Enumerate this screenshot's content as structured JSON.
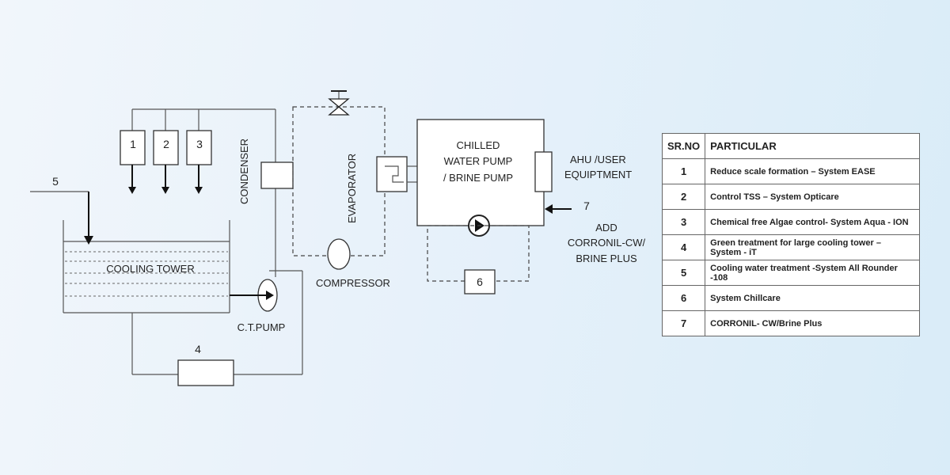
{
  "diagram": {
    "labels": {
      "cooling_tower": "COOLING TOWER",
      "ct_pump": "C.T.PUMP",
      "condenser": "CONDENSER",
      "evaporator": "EVAPORATOR",
      "compressor": "COMPRESSOR",
      "chilled_pump_line1": "CHILLED",
      "chilled_pump_line2": "WATER PUMP",
      "chilled_pump_line3": "/ BRINE PUMP",
      "ahu_line1": "AHU /USER",
      "ahu_line2": "EQUIPTMENT",
      "add_line1": "ADD",
      "add_line2": "CORRONIL-CW/",
      "add_line3": "BRINE PLUS"
    },
    "markers": {
      "dose1": "1",
      "dose2": "2",
      "dose3": "3",
      "point4": "4",
      "point5": "5",
      "point6": "6",
      "point7": "7"
    }
  },
  "table": {
    "headers": [
      "SR.NO",
      "PARTICULAR"
    ],
    "rows": [
      {
        "sr": "1",
        "particular": "Reduce scale formation – System EASE"
      },
      {
        "sr": "2",
        "particular": "Control TSS – System Opticare"
      },
      {
        "sr": "3",
        "particular": "Chemical free Algae control- System Aqua - ION"
      },
      {
        "sr": "4",
        "particular": "Green treatment for large cooling tower – System - iT"
      },
      {
        "sr": "5",
        "particular": "Cooling water treatment -System All Rounder -108"
      },
      {
        "sr": "6",
        "particular": "System Chillcare"
      },
      {
        "sr": "7",
        "particular": "CORRONIL- CW/Brine Plus"
      }
    ]
  }
}
